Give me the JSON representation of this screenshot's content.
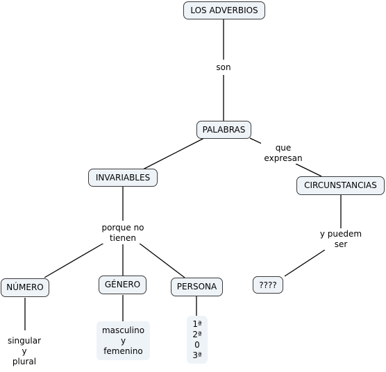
{
  "nodes": {
    "adverbios": "LOS ADVERBIOS",
    "palabras": "PALABRAS",
    "invariables": "INVARIABLES",
    "circunstancias": "CIRCUNSTANCIAS",
    "numero": "NÚMERO",
    "genero": "GÉNERO",
    "persona": "PERSONA",
    "unknown": "????"
  },
  "links": {
    "son": "son",
    "que_expresan": [
      "que",
      "expresan"
    ],
    "porque_no_tienen": [
      "porque no",
      "tienen"
    ],
    "y_puedem_ser": [
      "y puedem",
      "ser"
    ]
  },
  "leaves": {
    "numero_values": [
      "singular",
      "y",
      "plural"
    ],
    "genero_values": [
      "masculino",
      "y",
      "femenino"
    ],
    "persona_values": [
      "1ª",
      "2ª",
      "0",
      "3ª"
    ]
  }
}
